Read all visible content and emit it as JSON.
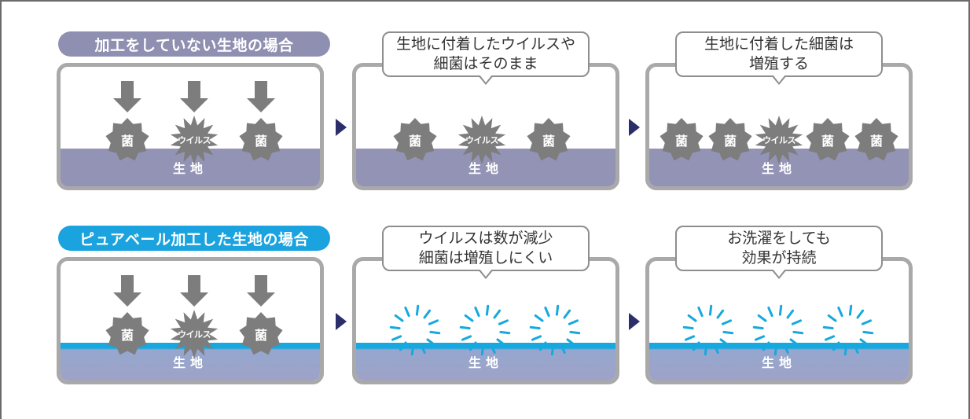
{
  "top_row": {
    "title": "加工をしていない生地の場合",
    "panel1": {
      "fabric": "生地",
      "icons": [
        "菌",
        "ウイルス",
        "菌"
      ]
    },
    "panel2": {
      "bubble_line1": "生地に付着したウイルスや",
      "bubble_line2": "細菌はそのまま",
      "fabric": "生地",
      "icons": [
        "菌",
        "ウイルス",
        "菌"
      ]
    },
    "panel3": {
      "bubble_line1": "生地に付着した細菌は",
      "bubble_line2": "増殖する",
      "fabric": "生地",
      "icons": [
        "菌",
        "菌",
        "ウイルス",
        "菌",
        "菌"
      ]
    }
  },
  "bottom_row": {
    "title": "ピュアベール加工した生地の場合",
    "panel1": {
      "fabric": "生地",
      "icons": [
        "菌",
        "ウイルス",
        "菌"
      ]
    },
    "panel2": {
      "bubble_line1": "ウイルスは数が減少",
      "bubble_line2": "細菌は増殖しにくい",
      "fabric": "生地"
    },
    "panel3": {
      "bubble_line1": "お洗濯をしても",
      "bubble_line2": "効果が持続",
      "fabric": "生地"
    }
  },
  "colors": {
    "untreated_fabric": "#9393b5",
    "treated_layer": "#16a9df",
    "germ_icon": "#7d7d7d",
    "arrow": "#2c2e6c"
  }
}
